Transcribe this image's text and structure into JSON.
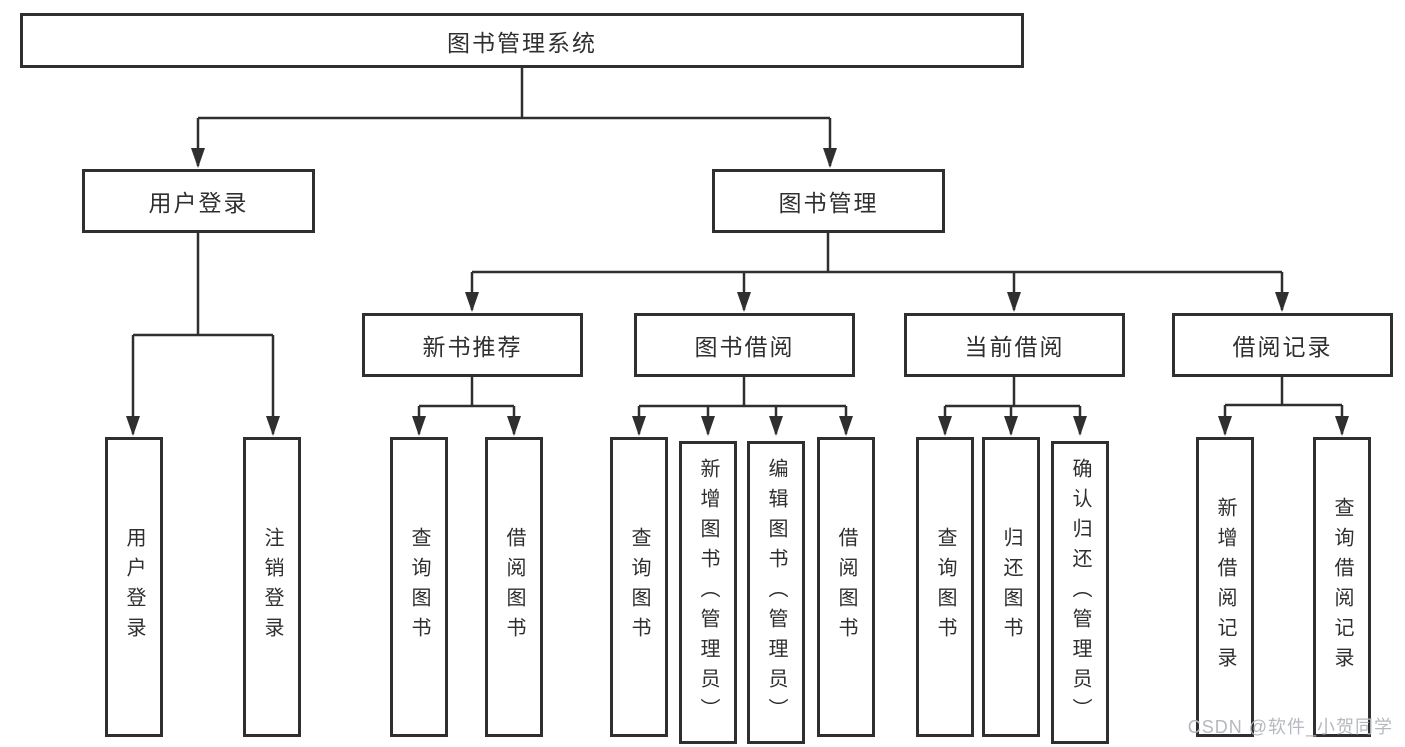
{
  "tree": {
    "root": {
      "label": "图书管理系统"
    },
    "branches": [
      {
        "label": "用户登录",
        "leaves": [
          {
            "label": "用户登录"
          },
          {
            "label": "注销登录"
          }
        ]
      },
      {
        "label": "图书管理",
        "groups": [
          {
            "label": "新书推荐",
            "leaves": [
              {
                "label": "查询图书"
              },
              {
                "label": "借阅图书"
              }
            ]
          },
          {
            "label": "图书借阅",
            "leaves": [
              {
                "label": "查询图书"
              },
              {
                "label": "新增图书（管理员）"
              },
              {
                "label": "编辑图书（管理员）"
              },
              {
                "label": "借阅图书"
              }
            ]
          },
          {
            "label": "当前借阅",
            "leaves": [
              {
                "label": "查询图书"
              },
              {
                "label": "归还图书"
              },
              {
                "label": "确认归还（管理员）"
              }
            ]
          },
          {
            "label": "借阅记录",
            "leaves": [
              {
                "label": "新增借阅记录"
              },
              {
                "label": "查询借阅记录"
              }
            ]
          }
        ]
      }
    ]
  },
  "watermark": {
    "text": "CSDN @软件_小贺同学"
  },
  "colors": {
    "line": "#2f2f2f",
    "text": "#2f2f2f",
    "watermark": "#b5b9bf",
    "background": "#ffffff"
  }
}
